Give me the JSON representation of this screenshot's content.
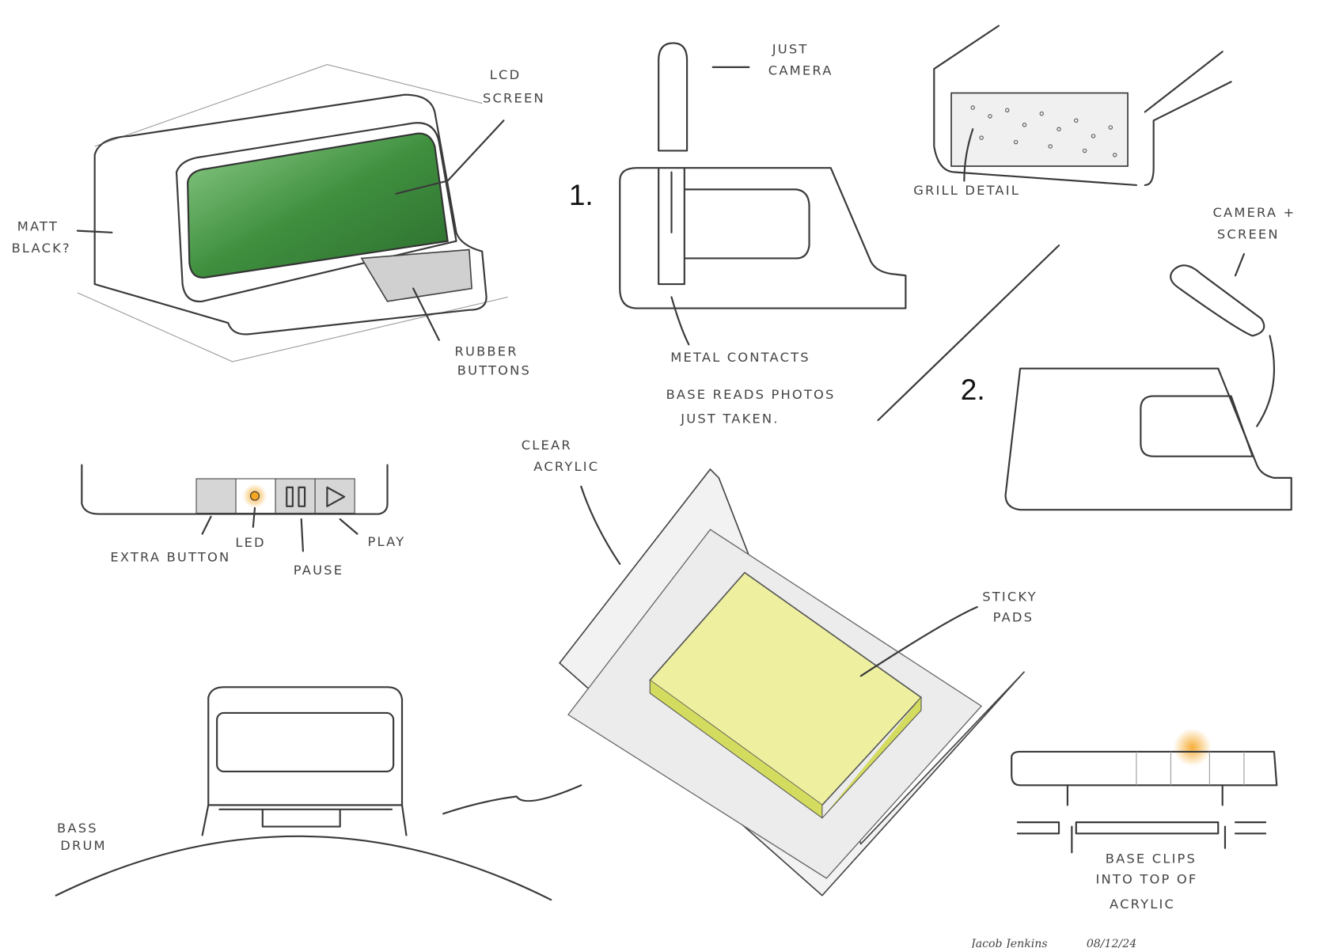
{
  "sketch1": {
    "lcd": [
      "LCD",
      "SCREEN"
    ],
    "matt": [
      "MATT",
      "BLACK?"
    ],
    "rubber": [
      "RUBBER",
      "BUTTONS"
    ]
  },
  "sketch_side": {
    "number": "1.",
    "camera": [
      "JUST",
      "CAMERA"
    ],
    "contacts": [
      "METAL CONTACTS",
      "BASE READS PHOTOS",
      "JUST TAKEN."
    ]
  },
  "sketch_grill": {
    "label": "GRILL DETAIL"
  },
  "sketch2": {
    "number": "2.",
    "camera": [
      "CAMERA +",
      "SCREEN"
    ]
  },
  "buttons_detail": {
    "extra": "EXTRA BUTTON",
    "led": "LED",
    "pause": "PAUSE",
    "play": "PLAY"
  },
  "acrylic": {
    "clear": [
      "CLEAR",
      "ACRYLIC"
    ],
    "sticky": [
      "STICKY",
      "PADS"
    ]
  },
  "drum": {
    "label": [
      "BASS",
      "DRUM"
    ]
  },
  "clips": {
    "label": [
      "BASE CLIPS",
      "INTO TOP OF",
      "ACRYLIC"
    ]
  },
  "signature": {
    "name": "Jacob Jenkins",
    "date": "08/12/24"
  },
  "colors": {
    "screen": "#3f8f3f",
    "sticky": "#eef0a0",
    "led": "#f5a623",
    "button": "#d6d6d6"
  }
}
